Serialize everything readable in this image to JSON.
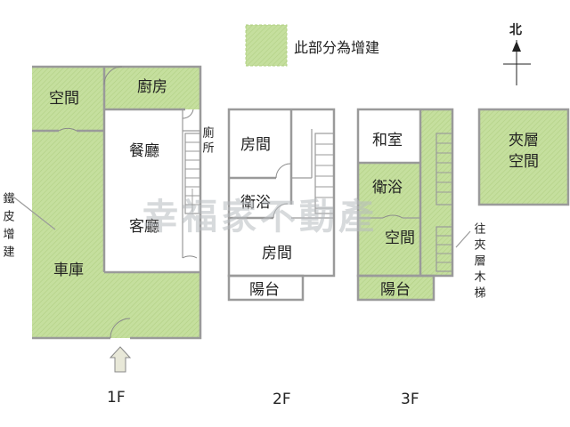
{
  "legend": {
    "text": "此部分為增建",
    "color": "#c5df9e"
  },
  "compass": {
    "label": "北"
  },
  "watermark": "幸福家不動產",
  "colors": {
    "addition": "#c5df9e",
    "hatch": "#b6d488",
    "wall": "#9a9a9a",
    "text": "#222222"
  },
  "floors": {
    "f1": {
      "label": "1F",
      "rooms": {
        "space": "空間",
        "kitchen": "廚房",
        "toilet": "廁所",
        "dining": "餐廳",
        "living": "客廳",
        "garage": "車庫"
      },
      "iron_note": "鐵皮增建"
    },
    "f2": {
      "label": "2F",
      "rooms": {
        "room_top": "房間",
        "bath": "衛浴",
        "room_bottom": "房間",
        "balcony": "陽台"
      }
    },
    "f3": {
      "label": "3F",
      "rooms": {
        "washitsu": "和室",
        "bath": "衛浴",
        "space": "空間",
        "balcony": "陽台"
      },
      "ladder_note": "往夾層木梯"
    },
    "mezzanine": {
      "room": "夾層空間"
    }
  }
}
